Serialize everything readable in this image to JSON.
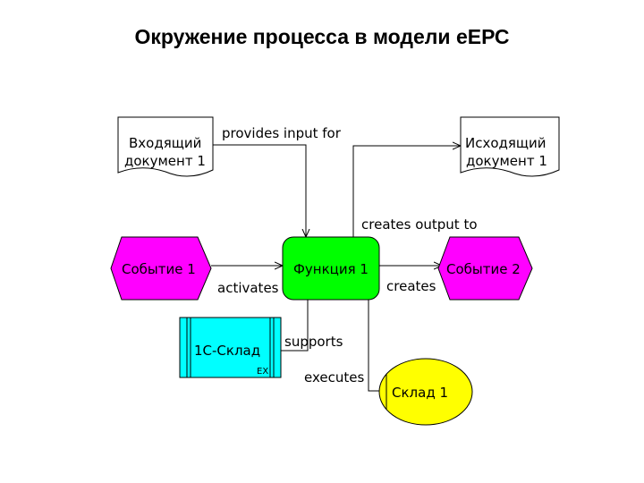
{
  "title": "Окружение процесса в модели еЕРС",
  "nodes": {
    "input_doc": {
      "line1": "Входящий",
      "line2": "документ 1",
      "type": "document",
      "color": "#ffffff"
    },
    "output_doc": {
      "line1": "Исходящий",
      "line2": "документ 1",
      "type": "document",
      "color": "#ffffff"
    },
    "event_1": {
      "label": "Событие 1",
      "type": "event",
      "color": "#ff00ff"
    },
    "event_2": {
      "label": "Событие 2",
      "type": "event",
      "color": "#ff00ff"
    },
    "function_1": {
      "label": "Функция 1",
      "type": "function",
      "color": "#00ff00"
    },
    "system": {
      "label": "1С-Склад",
      "badge": "EX",
      "type": "application-system",
      "color": "#00ffff"
    },
    "org_unit": {
      "label": "Склад 1",
      "type": "organizational-unit",
      "color": "#ffff00"
    }
  },
  "edges": {
    "provides_input": {
      "label": "provides input for",
      "from": "input_doc",
      "to": "function_1"
    },
    "creates_output": {
      "label": "creates output to",
      "from": "function_1",
      "to": "output_doc"
    },
    "activates": {
      "label": "activates",
      "from": "event_1",
      "to": "function_1"
    },
    "creates": {
      "label": "creates",
      "from": "function_1",
      "to": "event_2"
    },
    "supports": {
      "label": "supports",
      "from": "system",
      "to": "function_1"
    },
    "executes": {
      "label": "executes",
      "from": "org_unit",
      "to": "function_1"
    }
  }
}
